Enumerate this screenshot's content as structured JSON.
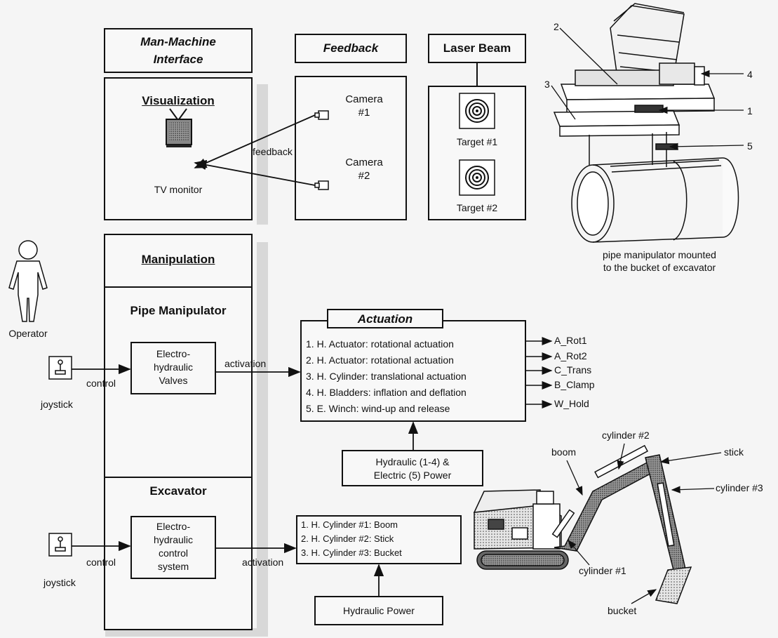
{
  "header": {
    "mmi": [
      "Man-Machine",
      "Interface"
    ],
    "feedback": "Feedback",
    "laser": "Laser Beam"
  },
  "visualization": {
    "title": "Visualization",
    "tv_label": "TV monitor",
    "feedback_label": "feedback"
  },
  "cameras": [
    "Camera\n#1",
    "Camera\n#2"
  ],
  "targets": [
    "Target #1",
    "Target #2"
  ],
  "pipe_callouts": [
    "2",
    "4",
    "3",
    "1",
    "5"
  ],
  "pipe_caption": [
    "pipe manipulator mounted",
    "to the bucket of excavator"
  ],
  "operator": "Operator",
  "manipulation": {
    "title": "Manipulation",
    "pipe": "Pipe Manipulator",
    "excavator": "Excavator"
  },
  "valves": [
    "Electro-",
    "hydraulic",
    "Valves"
  ],
  "control_system": [
    "Electro-",
    "hydraulic",
    "control",
    "system"
  ],
  "control_label": "control",
  "activation_label": "activation",
  "joystick_label": "joystick",
  "actuation": {
    "title": "Actuation",
    "items": [
      "1.  H. Actuator: rotational actuation",
      "2.  H. Actuator: rotational actuation",
      "3.  H. Cylinder: translational actuation",
      "4.  H. Bladders: inflation and deflation",
      "5.  E. Winch: wind-up and release"
    ],
    "outputs": [
      "A_Rot1",
      "A_Rot2",
      "C_Trans",
      "B_Clamp",
      "W_Hold"
    ]
  },
  "power1": [
    "Hydraulic (1-4) &",
    "Electric (5) Power"
  ],
  "cylinders": [
    "1.  H. Cylinder #1: Boom",
    "2.  H. Cylinder #2: Stick",
    "3.  H. Cylinder #3: Bucket"
  ],
  "power2": "Hydraulic  Power",
  "excavator_labels": {
    "boom": "boom",
    "cyl2": "cylinder #2",
    "stick": "stick",
    "cyl3": "cylinder #3",
    "cyl1": "cylinder #1",
    "bucket": "bucket"
  }
}
